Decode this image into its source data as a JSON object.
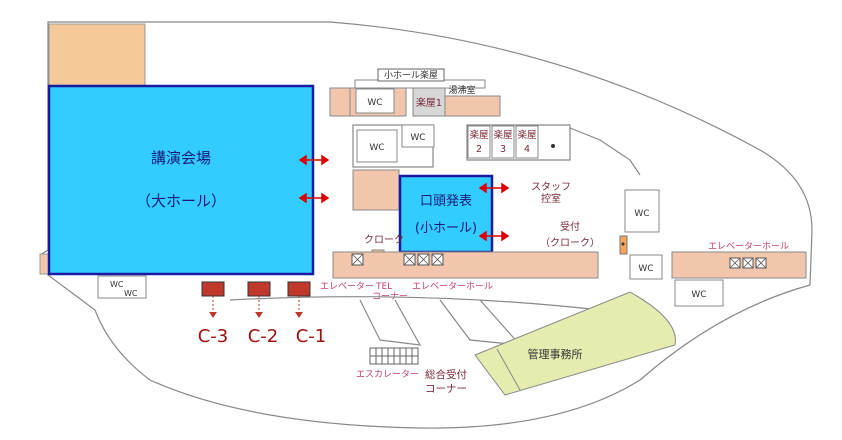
{
  "rooms": {
    "main_hall": {
      "name": "講演会場",
      "sub": "（大ホール）",
      "color": "#33ccff"
    },
    "small_hall": {
      "name": "口頭発表",
      "sub": "(小ホール)",
      "color": "#33ccff"
    },
    "small_hall_dressing": "小ホール楽屋",
    "dressing1": "楽屋1",
    "kettle_room": "湯沸室",
    "dressing2": "楽屋\n2",
    "dressing3": "楽屋\n3",
    "dressing4": "楽屋\n4",
    "staff_room": "スタッフ\n控室",
    "reception": "受付\n（クローク）",
    "cloak": "クローク",
    "elevator_hall": "エレベーターホール",
    "elevator_hall_right": "エレベーターホール",
    "elevator": "エレベーター",
    "tel_corner": "TEL\nコーナー",
    "escalator": "エスカレーター",
    "general_reception": "総合受付\nコーナー",
    "management_office": "管理事務所",
    "wc": "WC"
  },
  "booths": [
    "C-3",
    "C-2",
    "C-1"
  ],
  "colors": {
    "hall": "#33ccff",
    "hall_border": "#1a1aa0",
    "arrow": "#dd0000",
    "booth": "#c0392b",
    "booth_label": "#a01010",
    "room": "#f2c5ad",
    "peach": "#f5c99a",
    "office": "#e6ebb0"
  }
}
